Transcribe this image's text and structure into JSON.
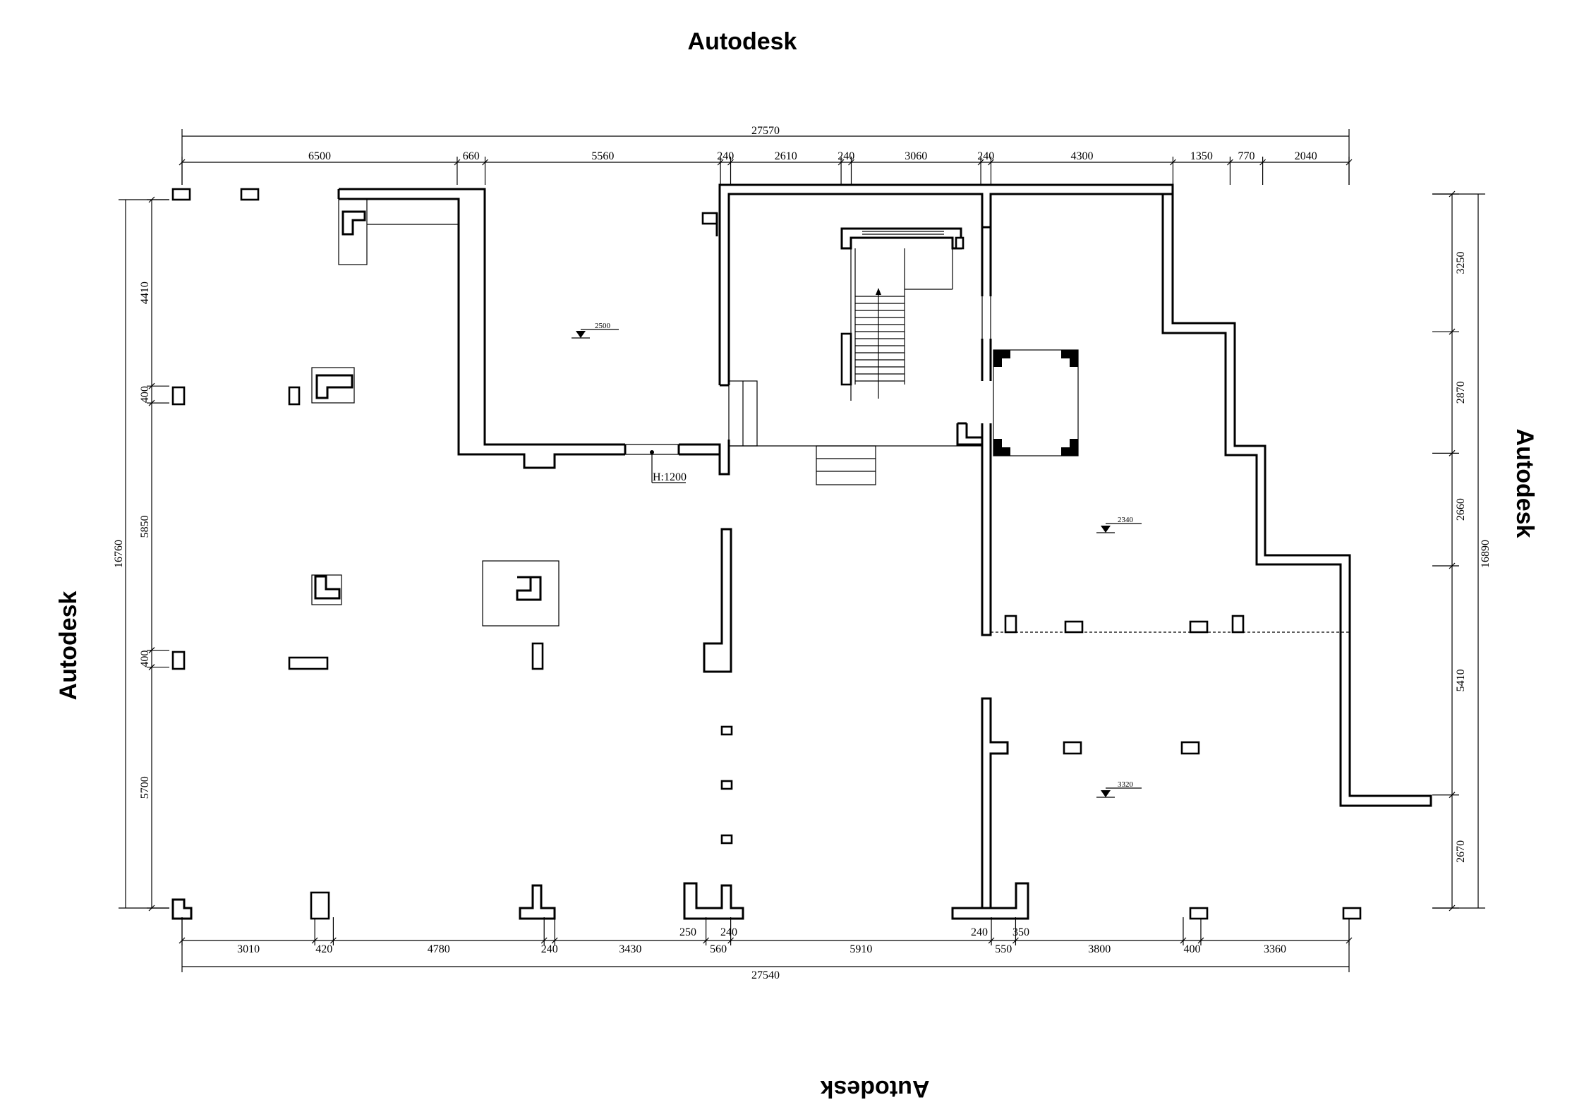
{
  "watermark": {
    "top": "Autodesk",
    "left": "Autodesk",
    "right": "Autodesk",
    "bottom": "Autodesk"
  },
  "top_dims": {
    "overall": "27570",
    "segments": [
      "6500",
      "660",
      "5560",
      "240",
      "2610",
      "240",
      "3060",
      "240",
      "4300",
      "1350",
      "770",
      "2040"
    ]
  },
  "bottom_dims": {
    "overall": "27540",
    "segments": [
      "3010",
      "420",
      "4780",
      "240",
      "3430",
      "560",
      "5910",
      "550",
      "3800",
      "400",
      "3360"
    ],
    "sub": [
      "250",
      "240",
      "240",
      "350"
    ]
  },
  "left_dims": {
    "overall": "16760",
    "segments": [
      "4410",
      "400",
      "5850",
      "400",
      "5700"
    ]
  },
  "right_dims": {
    "overall": "16890",
    "segments": [
      "3250",
      "2870",
      "2660",
      "5410",
      "2670"
    ]
  },
  "levels": [
    "2500",
    "2340",
    "3320"
  ],
  "annotations": {
    "height_note": "H:1200"
  }
}
